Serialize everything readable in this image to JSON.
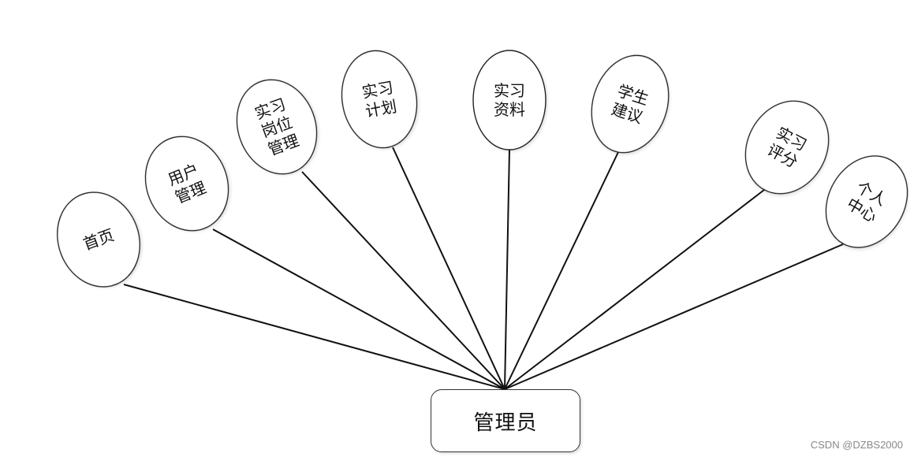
{
  "diagram": {
    "root": {
      "label": "管理员"
    },
    "nodes": [
      {
        "id": "home",
        "lines": [
          "首页"
        ]
      },
      {
        "id": "user-management",
        "lines": [
          "用户",
          "管理"
        ]
      },
      {
        "id": "internship-position-management",
        "lines": [
          "实习",
          "岗位",
          "管理"
        ]
      },
      {
        "id": "internship-plan",
        "lines": [
          "实习",
          "计划"
        ]
      },
      {
        "id": "internship-materials",
        "lines": [
          "实习",
          "资料"
        ]
      },
      {
        "id": "student-suggestions",
        "lines": [
          "学生",
          "建议"
        ]
      },
      {
        "id": "internship-evaluation",
        "lines": [
          "实习",
          "评分"
        ]
      },
      {
        "id": "personal-center",
        "lines": [
          "个人",
          "中心"
        ]
      }
    ]
  },
  "watermark": "CSDN @DZBS2000"
}
